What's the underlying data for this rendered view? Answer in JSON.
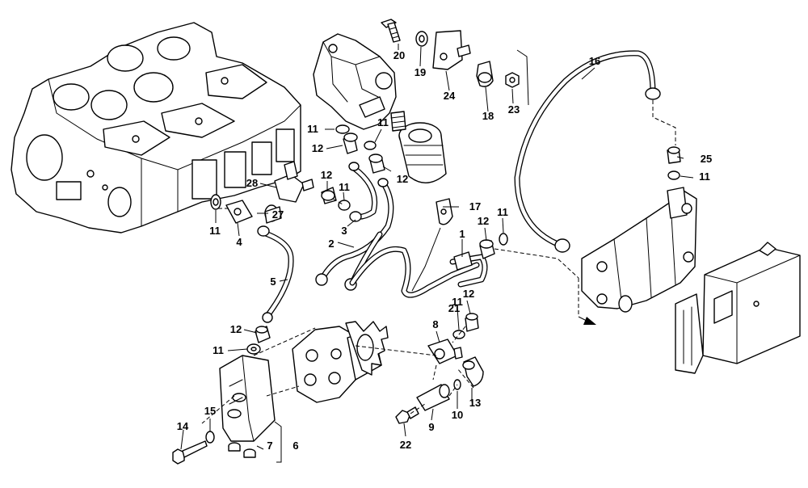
{
  "callouts": [
    {
      "id": "c1",
      "text": "1"
    },
    {
      "id": "c2",
      "text": "2"
    },
    {
      "id": "c3",
      "text": "3"
    },
    {
      "id": "c4",
      "text": "4"
    },
    {
      "id": "c5",
      "text": "5"
    },
    {
      "id": "c6",
      "text": "6"
    },
    {
      "id": "c7",
      "text": "7"
    },
    {
      "id": "c8",
      "text": "8"
    },
    {
      "id": "c9",
      "text": "9"
    },
    {
      "id": "c10",
      "text": "10"
    },
    {
      "id": "c11a",
      "text": "11"
    },
    {
      "id": "c11b",
      "text": "11"
    },
    {
      "id": "c11c",
      "text": "11"
    },
    {
      "id": "c11d",
      "text": "11"
    },
    {
      "id": "c11e",
      "text": "11"
    },
    {
      "id": "c11f",
      "text": "11"
    },
    {
      "id": "c11g",
      "text": "11"
    },
    {
      "id": "c11h",
      "text": "11"
    },
    {
      "id": "c12a",
      "text": "12"
    },
    {
      "id": "c12b",
      "text": "12"
    },
    {
      "id": "c12c",
      "text": "12"
    },
    {
      "id": "c12d",
      "text": "12"
    },
    {
      "id": "c12e",
      "text": "12"
    },
    {
      "id": "c12f",
      "text": "12"
    },
    {
      "id": "c13",
      "text": "13"
    },
    {
      "id": "c14",
      "text": "14"
    },
    {
      "id": "c15",
      "text": "15"
    },
    {
      "id": "c16",
      "text": "16"
    },
    {
      "id": "c17",
      "text": "17"
    },
    {
      "id": "c18",
      "text": "18"
    },
    {
      "id": "c19",
      "text": "19"
    },
    {
      "id": "c20",
      "text": "20"
    },
    {
      "id": "c21",
      "text": "21"
    },
    {
      "id": "c22",
      "text": "22"
    },
    {
      "id": "c23",
      "text": "23"
    },
    {
      "id": "c24",
      "text": "24"
    },
    {
      "id": "c25",
      "text": "25"
    },
    {
      "id": "c27",
      "text": "27"
    },
    {
      "id": "c28",
      "text": "28"
    }
  ]
}
